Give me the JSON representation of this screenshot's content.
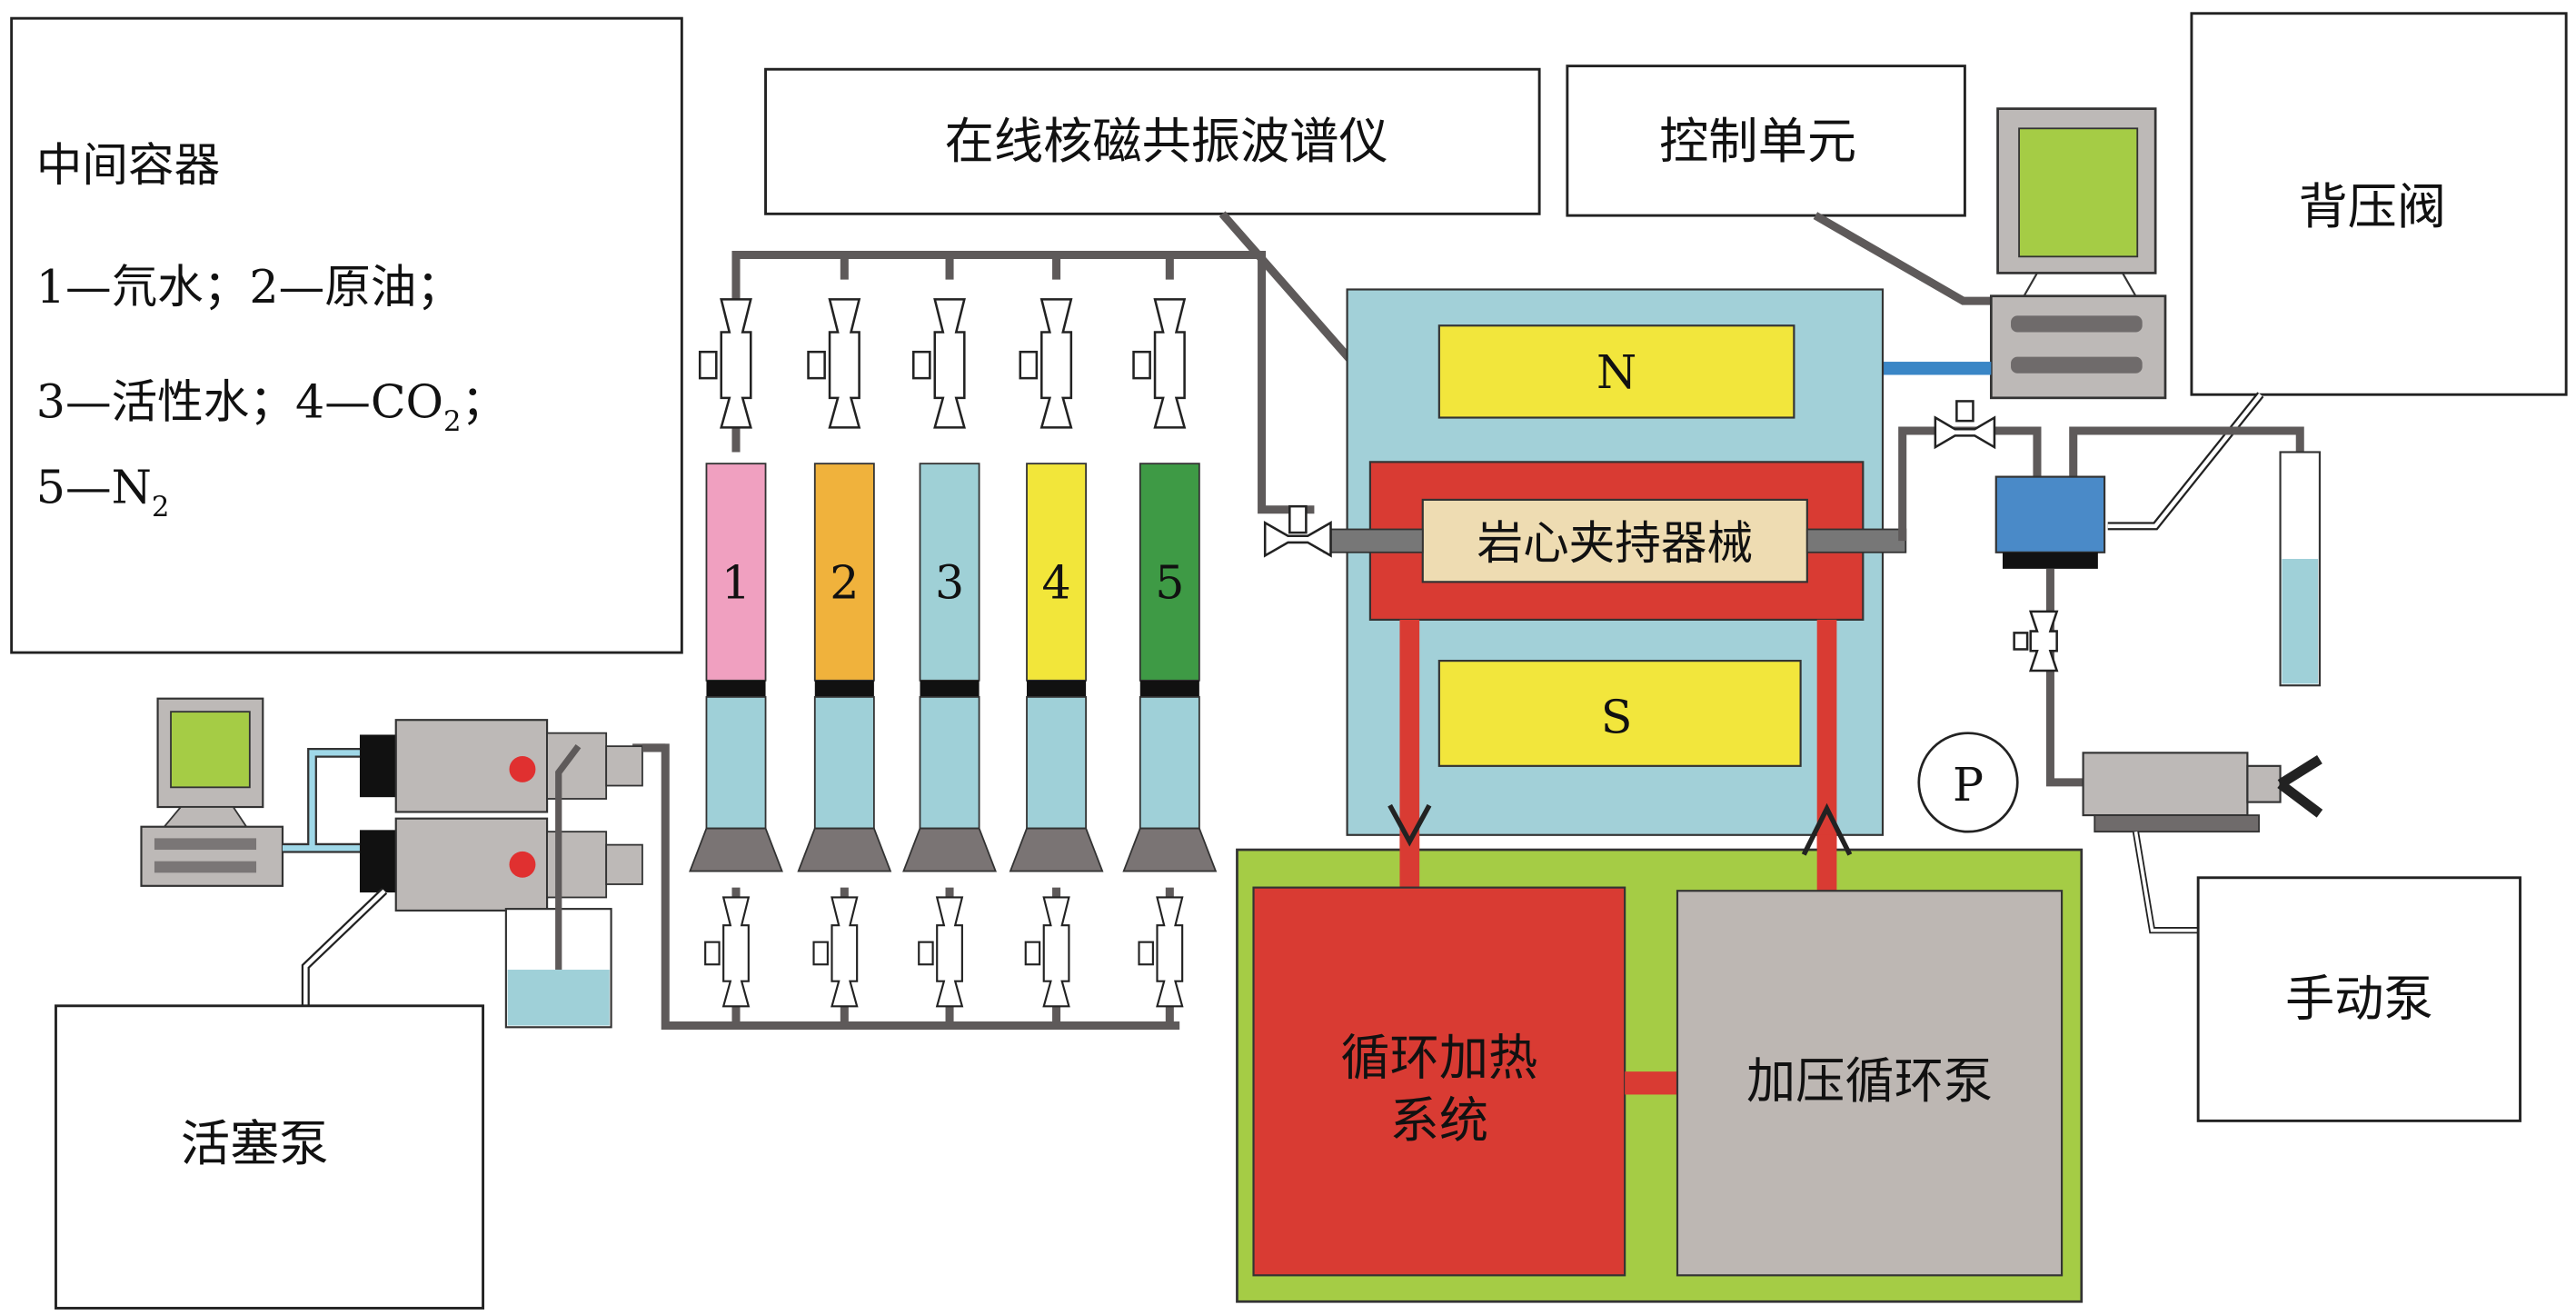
{
  "diagram": {
    "legend": {
      "title": "中间容器",
      "lines": [
        {
          "text": "1—氘水；2—原油；"
        },
        {
          "text": "3—活性水；4—CO",
          "sub": "2",
          "tail": "；"
        },
        {
          "text": "5—N",
          "sub": "2",
          "tail": ""
        }
      ]
    },
    "labels": {
      "nmr": "在线核磁共振波谱仪",
      "control_unit": "控制单元",
      "back_pressure_valve": "背压阀",
      "core_holder": "岩心夹持器械",
      "magnet_north": "N",
      "magnet_south": "S",
      "pressure_gauge": "P",
      "manual_pump": "手动泵",
      "piston_pump": "活塞泵",
      "heating_system_line1": "循环加热",
      "heating_system_line2": "系统",
      "pressure_pump": "加压循环泵"
    },
    "containers": [
      {
        "id": "1",
        "fluid": "氘水",
        "color": "#f0a0c0"
      },
      {
        "id": "2",
        "fluid": "原油",
        "color": "#f0b23c"
      },
      {
        "id": "3",
        "fluid": "活性水",
        "color": "#9fd0d6"
      },
      {
        "id": "4",
        "fluid": "CO2",
        "color": "#f2e63a"
      },
      {
        "id": "5",
        "fluid": "N2",
        "color": "#3e9a45"
      }
    ],
    "colors": {
      "magnet_housing": "#a2d0d8",
      "magnet": "#f2e63c",
      "core_frame": "#d93b33",
      "core_holder": "#eedcb2",
      "heating": "#d93b33",
      "pump": "#bdb7b3",
      "base": "#a5cc45",
      "screen": "#a5cc45",
      "water": "#9fd0d8",
      "separator": "#4a8ac8"
    }
  }
}
